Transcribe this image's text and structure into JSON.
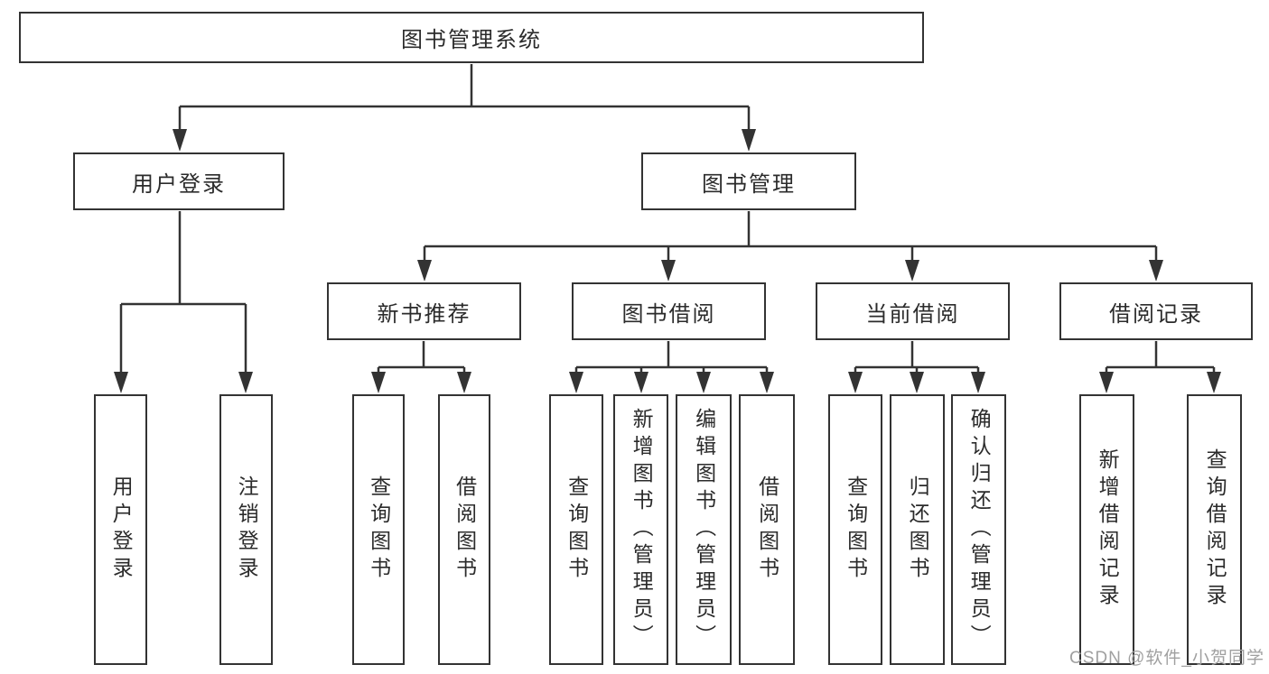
{
  "tree": {
    "root": "图书管理系统",
    "login_branch": {
      "label": "用户登录",
      "children": [
        "用户登录",
        "注销登录"
      ]
    },
    "mgmt_branch": {
      "label": "图书管理",
      "sections": [
        {
          "label": "新书推荐",
          "children": [
            "查询图书",
            "借阅图书"
          ]
        },
        {
          "label": "图书借阅",
          "children": [
            "查询图书",
            "新增图书（管理员）",
            "编辑图书（管理员）",
            "借阅图书"
          ]
        },
        {
          "label": "当前借阅",
          "children": [
            "查询图书",
            "归还图书",
            "确认归还（管理员）"
          ]
        },
        {
          "label": "借阅记录",
          "children": [
            "新增借阅记录",
            "查询借阅记录"
          ]
        }
      ]
    }
  },
  "watermark": "CSDN @软件_小贺同学",
  "colors": {
    "line": "#333333",
    "box_border": "#333333",
    "box_fill": "#ffffff",
    "text": "#2b2b2b",
    "watermark": "#a0a0a0"
  }
}
